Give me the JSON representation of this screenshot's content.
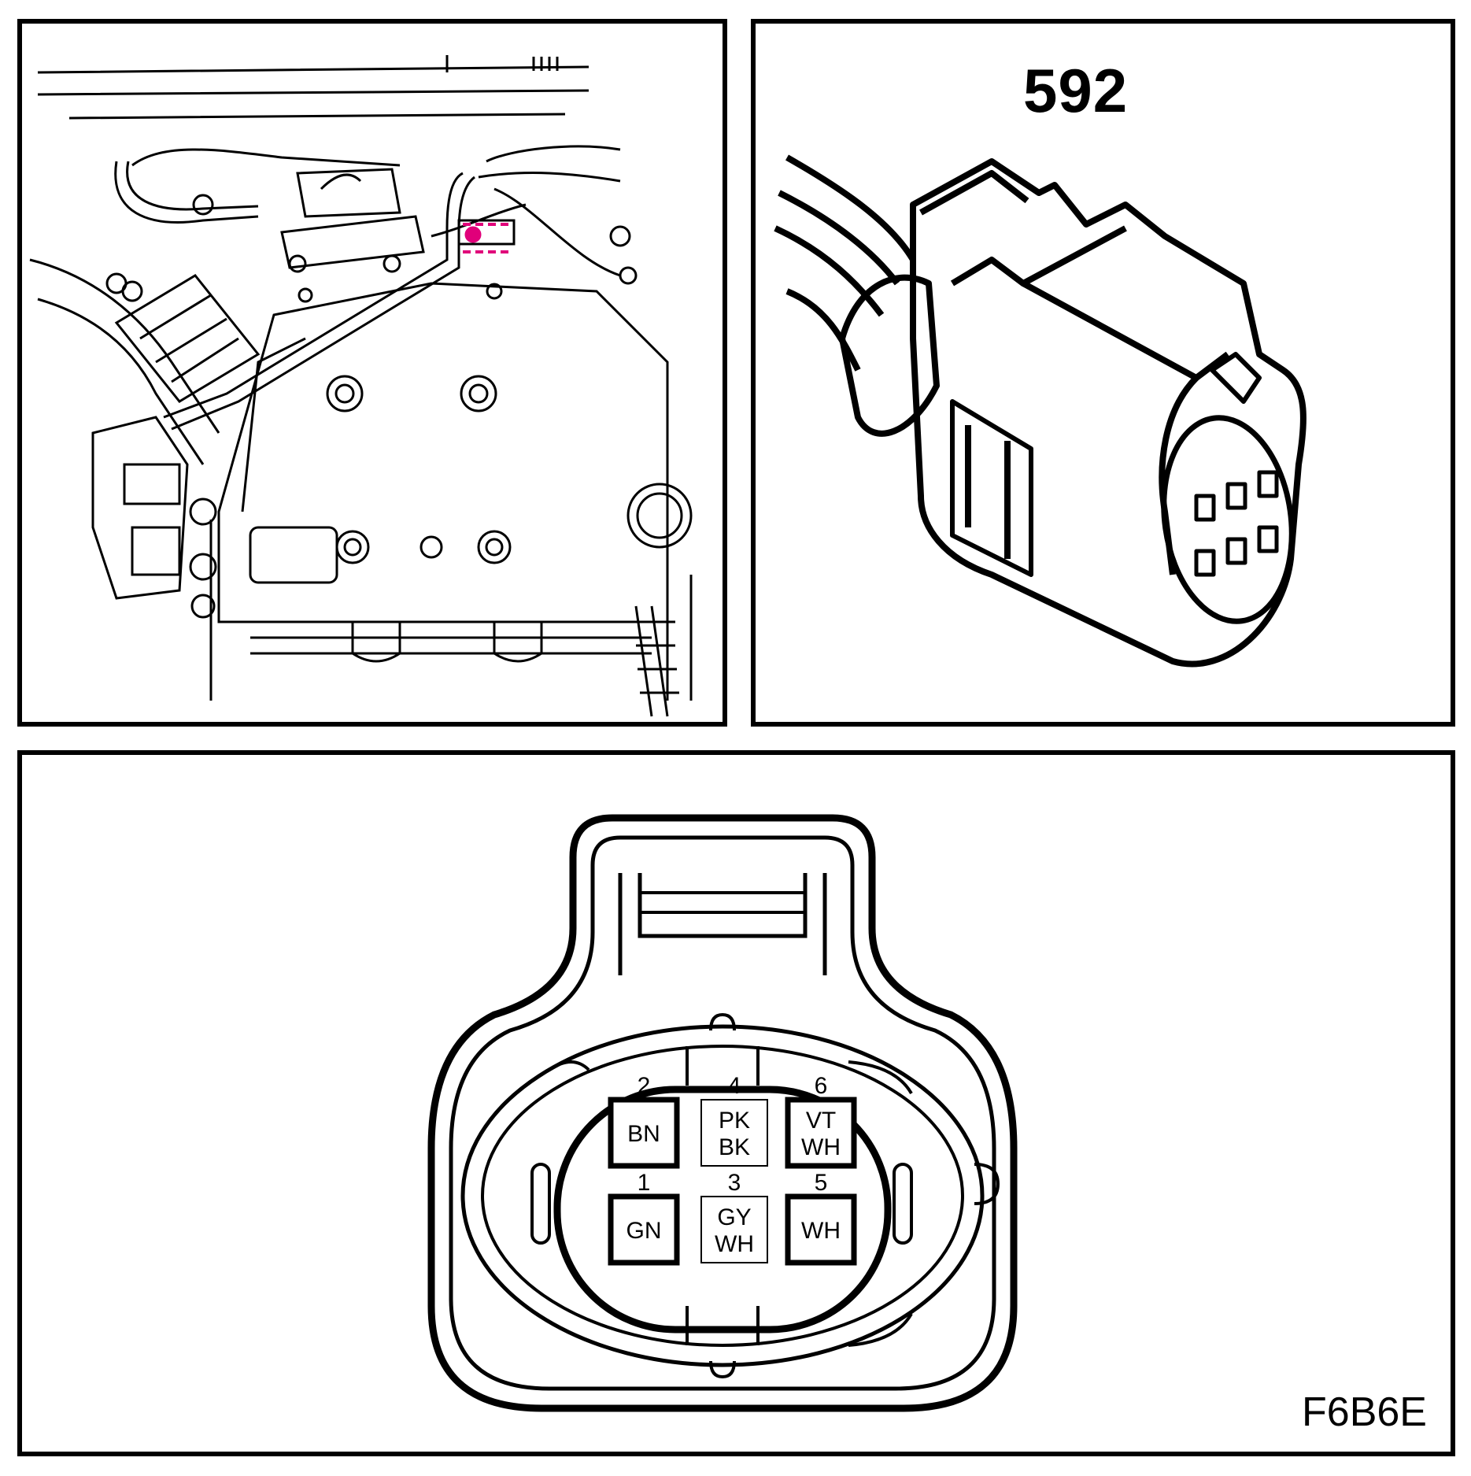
{
  "connector": {
    "id": "592"
  },
  "figure": {
    "code": "F6B6E"
  },
  "pins": [
    {
      "number": "1",
      "color_lines": [
        "GN"
      ],
      "outline": "heavy"
    },
    {
      "number": "2",
      "color_lines": [
        "BN"
      ],
      "outline": "heavy"
    },
    {
      "number": "3",
      "color_lines": [
        "GY",
        "WH"
      ],
      "outline": "light"
    },
    {
      "number": "4",
      "color_lines": [
        "PK",
        "BK"
      ],
      "outline": "light"
    },
    {
      "number": "5",
      "color_lines": [
        "WH"
      ],
      "outline": "heavy"
    },
    {
      "number": "6",
      "color_lines": [
        "VT",
        "WH"
      ],
      "outline": "heavy"
    }
  ],
  "highlight": {
    "color": "#e0007a"
  }
}
